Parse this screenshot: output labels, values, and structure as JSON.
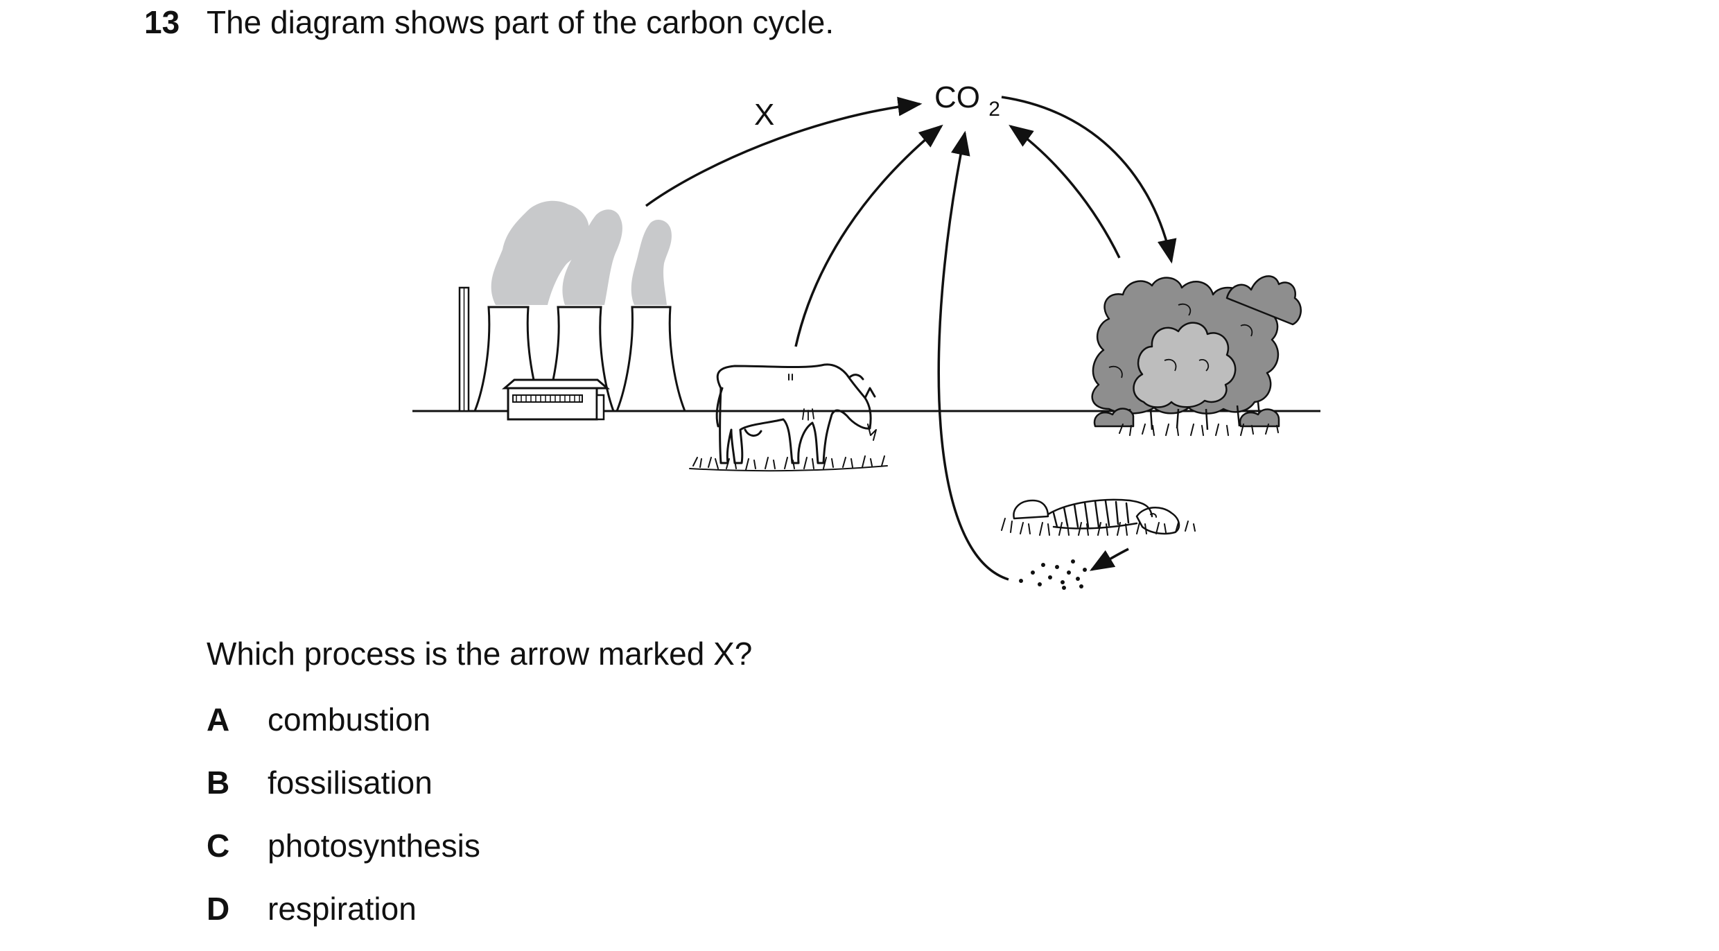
{
  "question": {
    "number": "13",
    "stem": "The diagram shows part of the carbon cycle.",
    "prompt": "Which process is the arrow marked X?"
  },
  "diagram": {
    "arrow_label": "X",
    "co2_main": "CO",
    "co2_sub": "2",
    "smoke_color": "#c8c9cb",
    "tree_dark": "#8e8e8e",
    "tree_light": "#bdbdbd"
  },
  "options": [
    {
      "letter": "A",
      "text": "combustion"
    },
    {
      "letter": "B",
      "text": "fossilisation"
    },
    {
      "letter": "C",
      "text": "photosynthesis"
    },
    {
      "letter": "D",
      "text": "respiration"
    }
  ]
}
